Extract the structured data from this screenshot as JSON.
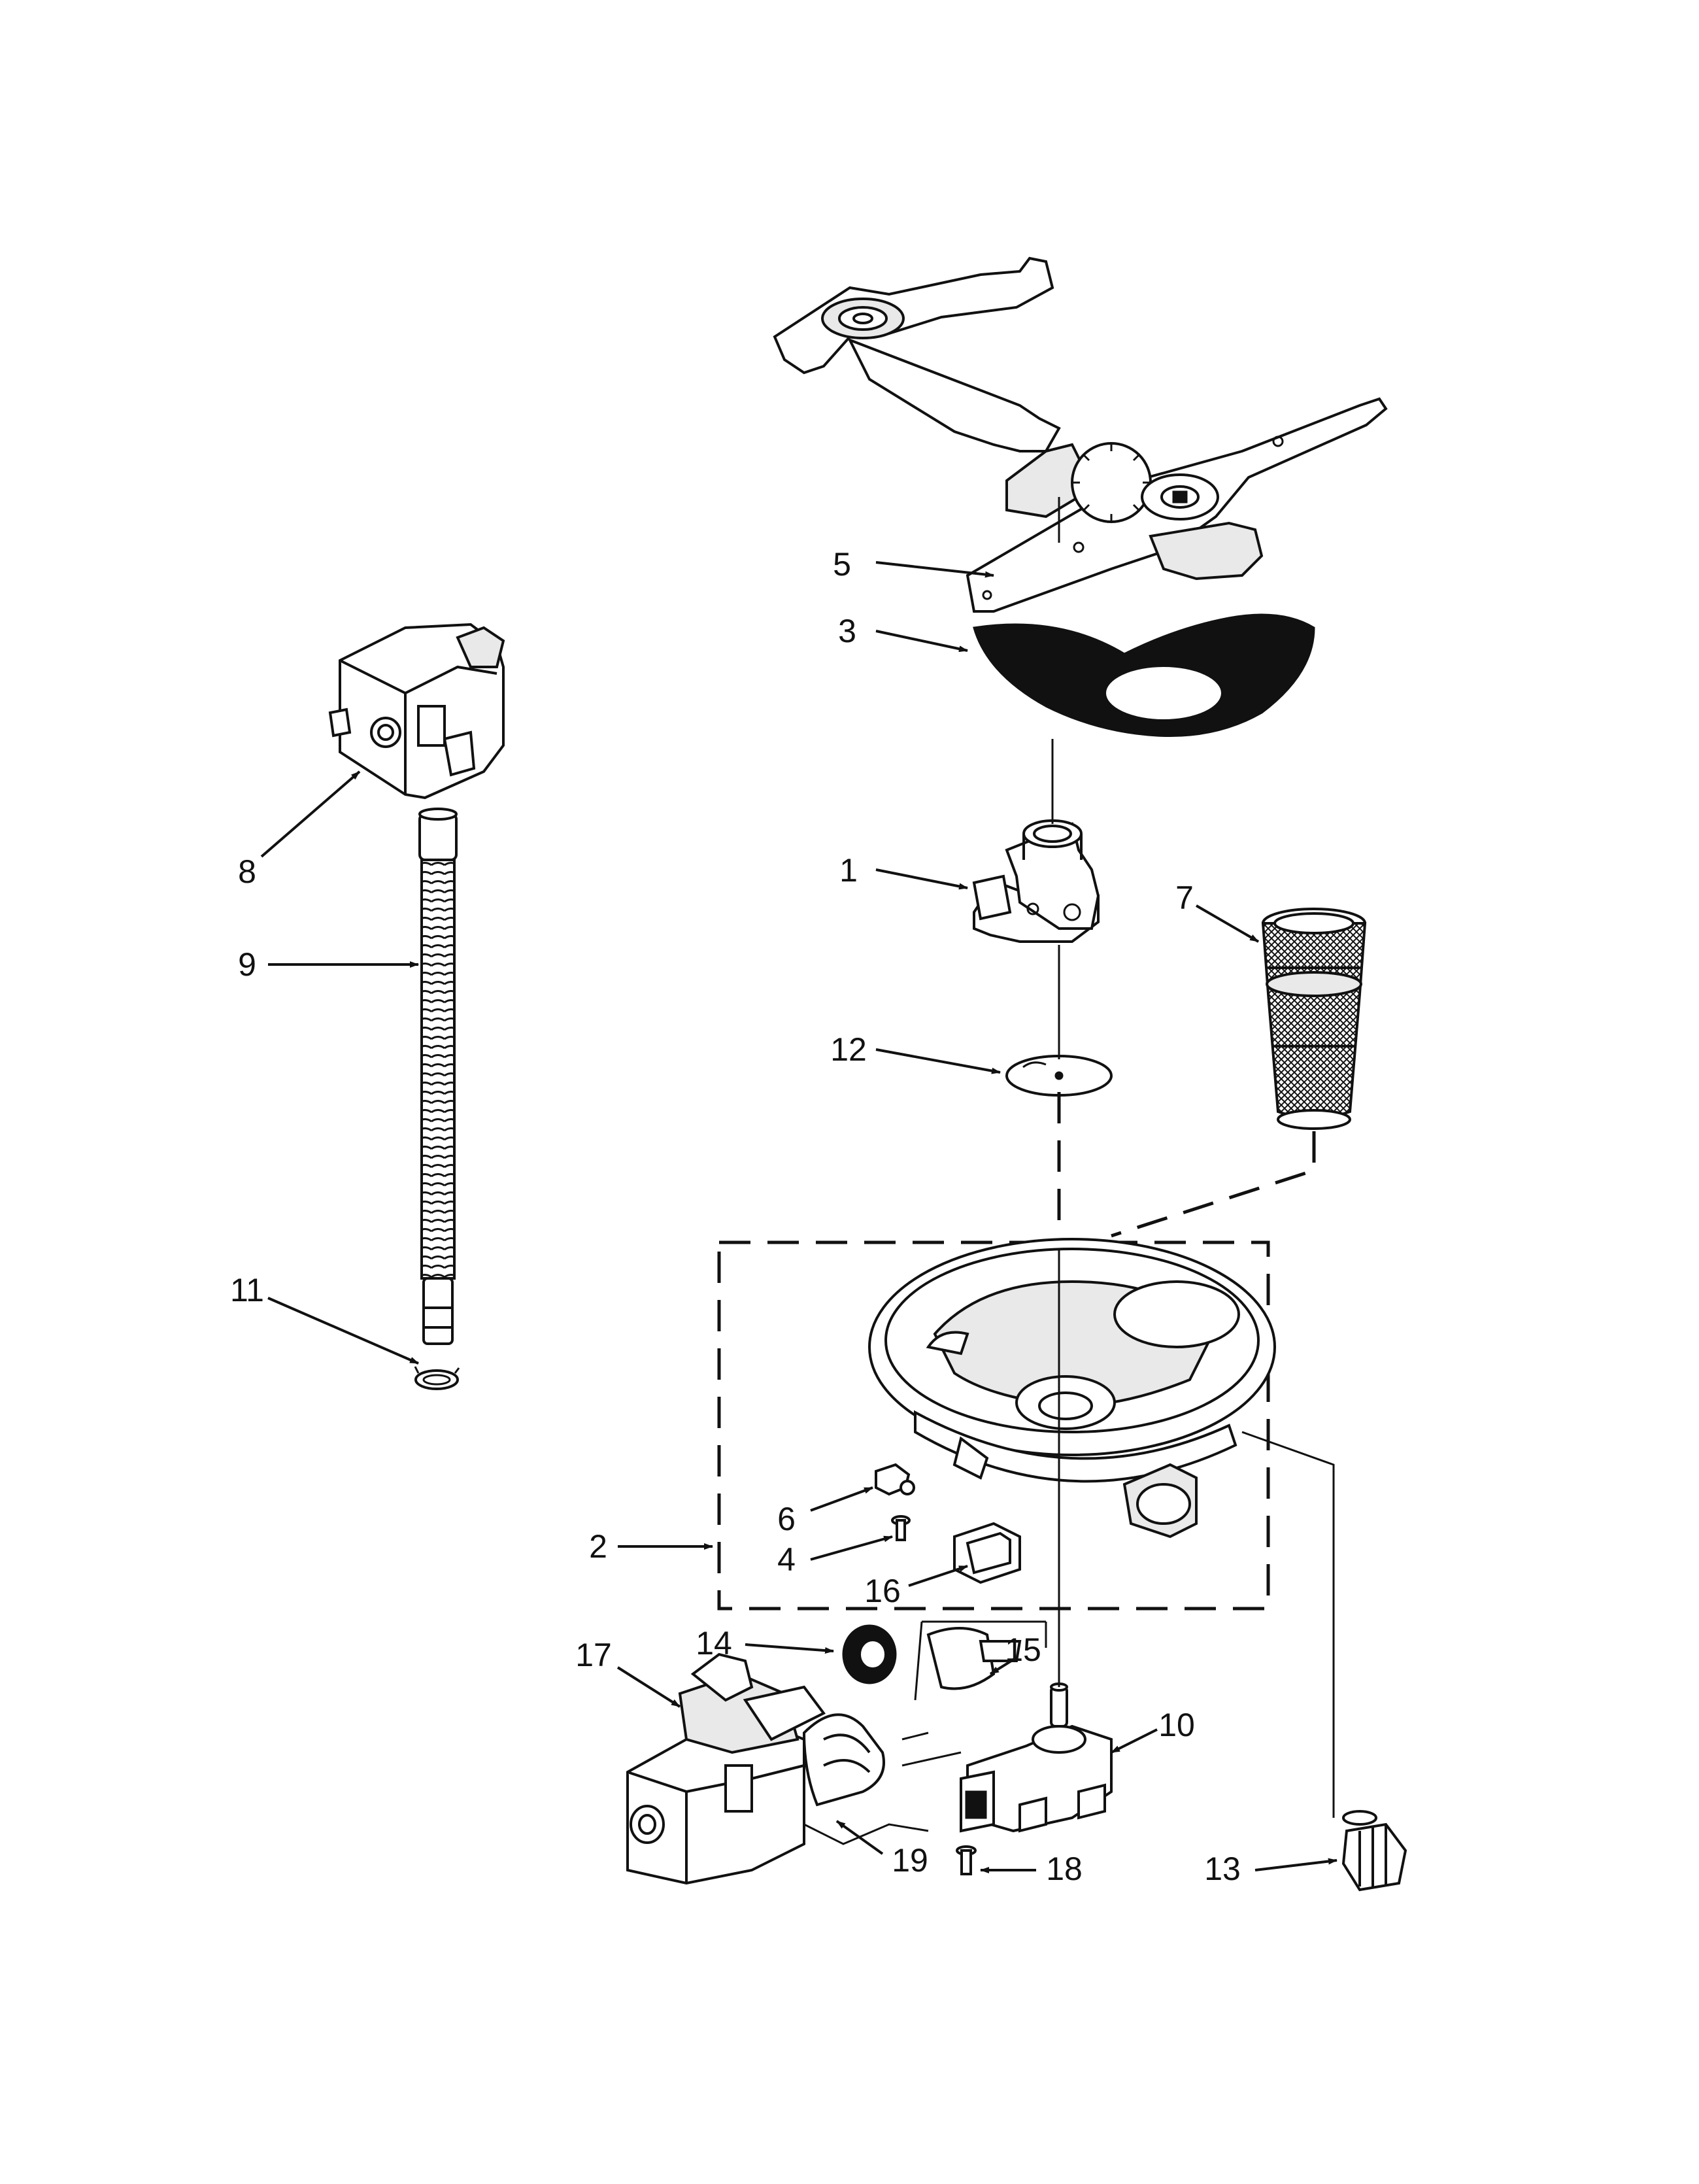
{
  "diagram": {
    "callouts": [
      {
        "id": "c1",
        "label": "1"
      },
      {
        "id": "c2",
        "label": "2"
      },
      {
        "id": "c3",
        "label": "3"
      },
      {
        "id": "c4",
        "label": "4"
      },
      {
        "id": "c5",
        "label": "5"
      },
      {
        "id": "c6",
        "label": "6"
      },
      {
        "id": "c7",
        "label": "7"
      },
      {
        "id": "c8",
        "label": "8"
      },
      {
        "id": "c9",
        "label": "9"
      },
      {
        "id": "c10",
        "label": "10"
      },
      {
        "id": "c11",
        "label": "11"
      },
      {
        "id": "c12",
        "label": "12"
      },
      {
        "id": "c13",
        "label": "13"
      },
      {
        "id": "c14",
        "label": "14"
      },
      {
        "id": "c15",
        "label": "15"
      },
      {
        "id": "c16",
        "label": "16"
      },
      {
        "id": "c17",
        "label": "17"
      },
      {
        "id": "c18",
        "label": "18"
      },
      {
        "id": "c19",
        "label": "19"
      }
    ],
    "colors": {
      "ink": "#111111",
      "paper": "#ffffff",
      "shade": "#e9e9e9"
    }
  }
}
